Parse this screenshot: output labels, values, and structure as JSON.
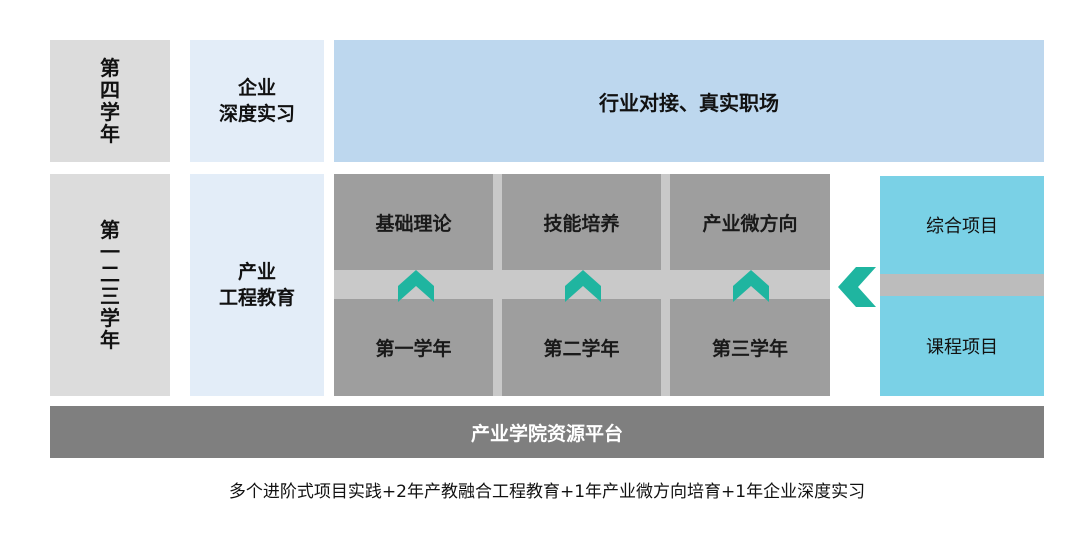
{
  "year4": {
    "label": "第四学年",
    "education": [
      "企业",
      "深度实习"
    ],
    "banner": "行业对接、真实职场"
  },
  "year123": {
    "label": "第一二三学年",
    "education": [
      "产业",
      "工程教育"
    ],
    "top_cells": [
      "基础理论",
      "技能培养",
      "产业微方向"
    ],
    "bottom_cells": [
      "第一学年",
      "第二学年",
      "第三学年"
    ],
    "projects": [
      "综合项目",
      "课程项目"
    ]
  },
  "platform": "产业学院资源平台",
  "caption": "多个进阶式项目实践+2年产教融合工程教育+1年产业微方向培育+1年企业深度实习",
  "colors": {
    "accent_teal": "#1fb5a0",
    "banner_blue": "#bdd7ee",
    "project_cyan": "#7ad1e6",
    "platform_gray": "#7f7f7f"
  },
  "icons": [
    "chevron-up-icon",
    "chevron-up-icon",
    "chevron-up-icon",
    "chevron-left-icon"
  ]
}
